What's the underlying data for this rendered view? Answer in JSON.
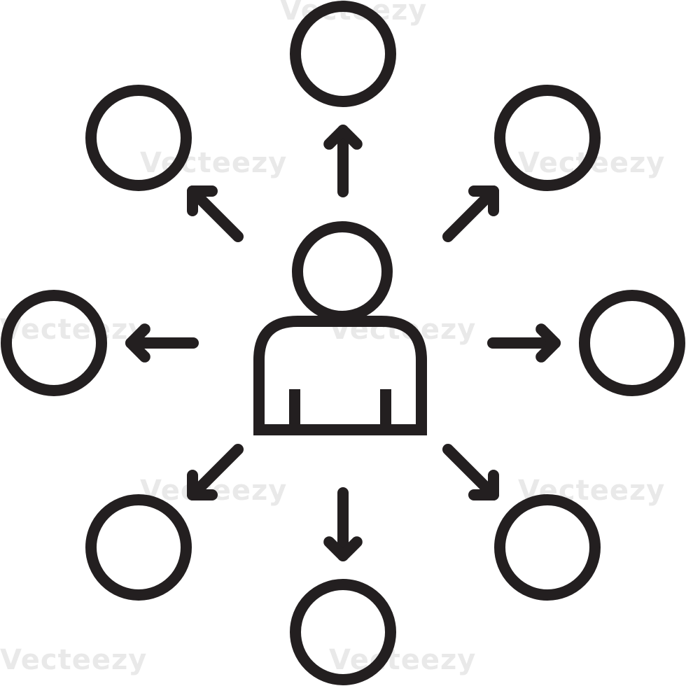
{
  "diagram": {
    "stroke_color": "#231f20",
    "background_color": "#ffffff",
    "center_node": {
      "icon": "person-icon"
    },
    "outer_nodes": [
      {
        "id": "top",
        "icon": "circle-icon"
      },
      {
        "id": "top-right",
        "icon": "circle-icon"
      },
      {
        "id": "right",
        "icon": "circle-icon"
      },
      {
        "id": "bottom-right",
        "icon": "circle-icon"
      },
      {
        "id": "bottom",
        "icon": "circle-icon"
      },
      {
        "id": "bottom-left",
        "icon": "circle-icon"
      },
      {
        "id": "left",
        "icon": "circle-icon"
      },
      {
        "id": "top-left",
        "icon": "circle-icon"
      }
    ],
    "edges": [
      {
        "from": "center",
        "to": "top",
        "style": "arrow"
      },
      {
        "from": "center",
        "to": "top-right",
        "style": "arrow"
      },
      {
        "from": "center",
        "to": "right",
        "style": "arrow"
      },
      {
        "from": "center",
        "to": "bottom-right",
        "style": "arrow"
      },
      {
        "from": "center",
        "to": "bottom",
        "style": "arrow"
      },
      {
        "from": "center",
        "to": "bottom-left",
        "style": "arrow"
      },
      {
        "from": "center",
        "to": "left",
        "style": "arrow"
      },
      {
        "from": "center",
        "to": "top-left",
        "style": "arrow"
      }
    ]
  },
  "watermark": {
    "text": "Vecteezy",
    "color": "#e9e9e9"
  }
}
